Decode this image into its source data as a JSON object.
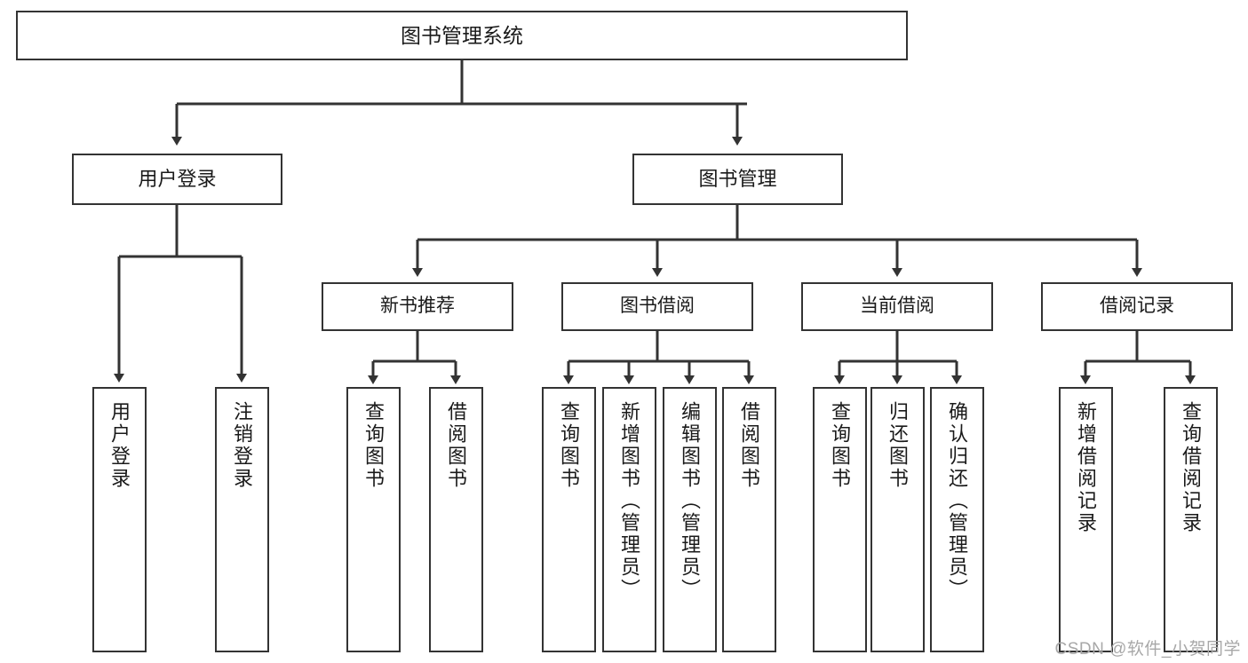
{
  "diagram": {
    "title": "图书管理系统",
    "type": "tree-hierarchy-chart",
    "colors": {
      "box_border": "#333333",
      "box_fill": "#ffffff",
      "edge": "#333333",
      "text": "#1a1a1a",
      "watermark": "#a8a8a8"
    },
    "root": {
      "label": "图书管理系统"
    },
    "level1": [
      {
        "label": "用户登录"
      },
      {
        "label": "图书管理"
      }
    ],
    "level2": [
      {
        "label": "新书推荐"
      },
      {
        "label": "图书借阅"
      },
      {
        "label": "当前借阅"
      },
      {
        "label": "借阅记录"
      }
    ],
    "leaves": {
      "user_login": [
        {
          "label": "用户登录"
        },
        {
          "label": "注销登录"
        }
      ],
      "new_book_recommend": [
        {
          "label": "查询图书"
        },
        {
          "label": "借阅图书"
        }
      ],
      "book_borrow": [
        {
          "label": "查询图书"
        },
        {
          "label": "新增图书（管理员）"
        },
        {
          "label": "编辑图书（管理员）"
        },
        {
          "label": "借阅图书"
        }
      ],
      "current_borrow": [
        {
          "label": "查询图书"
        },
        {
          "label": "归还图书"
        },
        {
          "label": "确认归还（管理员）"
        }
      ],
      "borrow_record": [
        {
          "label": "新增借阅记录"
        },
        {
          "label": "查询借阅记录"
        }
      ]
    }
  },
  "watermark": {
    "text": "CSDN @软件_小贺同学"
  }
}
